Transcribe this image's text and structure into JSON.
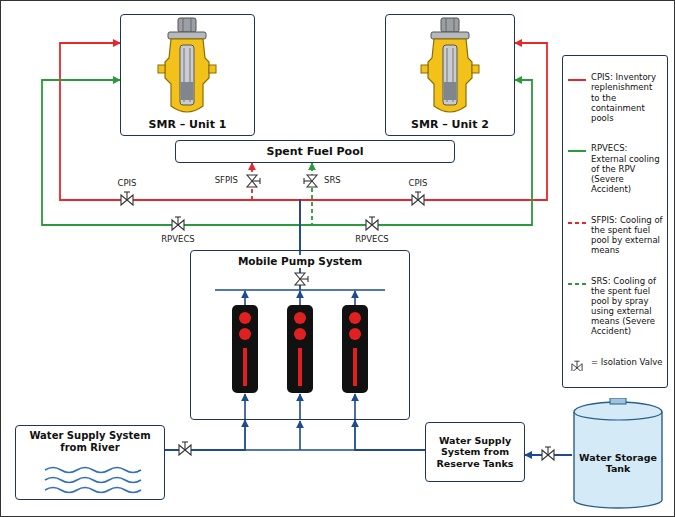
{
  "diagram": {
    "nodes": [
      {
        "text": [
          "SMR – Unit 1"
        ]
      },
      {
        "text": [
          "SMR – Unit 2"
        ]
      },
      {
        "text": [
          "Spent Fuel Pool"
        ]
      },
      {
        "text": [
          "Mobile Pump System"
        ]
      },
      {
        "text": [
          "Water Supply System from River"
        ]
      },
      {
        "text": [
          "Water Supply System from Reserve Tanks"
        ]
      },
      {
        "text": [
          "Water Storage Tank"
        ]
      }
    ],
    "edges": [
      {
        "from": 3,
        "to": 0,
        "arrow": "to",
        "label": "CPIS"
      },
      {
        "from": 3,
        "to": 1,
        "arrow": "to",
        "label": "CPIS"
      },
      {
        "from": 3,
        "to": 0,
        "arrow": "to",
        "label": "RPVECS"
      },
      {
        "from": 3,
        "to": 1,
        "arrow": "to",
        "label": "RPVECS"
      },
      {
        "from": 3,
        "to": 2,
        "arrow": "to",
        "label": "SFPIS"
      },
      {
        "from": 3,
        "to": 2,
        "arrow": "to",
        "label": "SRS"
      },
      {
        "from": 4,
        "to": 3,
        "arrow": "to"
      },
      {
        "from": 5,
        "to": 3,
        "arrow": "to"
      },
      {
        "from": 6,
        "to": 5,
        "arrow": "to"
      }
    ],
    "legend": [
      {
        "text": "CPIS: Inventory replenishment to the containment pools"
      },
      {
        "text": "RPVECS: External cooling of the RPV (Severe Accident)"
      },
      {
        "text": "SFPIS: Cooling of the spent fuel pool by external means"
      },
      {
        "text": "SRS: Cooling of the spent fuel pool by spray using external means (Severe Accident)"
      },
      {
        "text": "= Isolation Valve"
      }
    ]
  }
}
